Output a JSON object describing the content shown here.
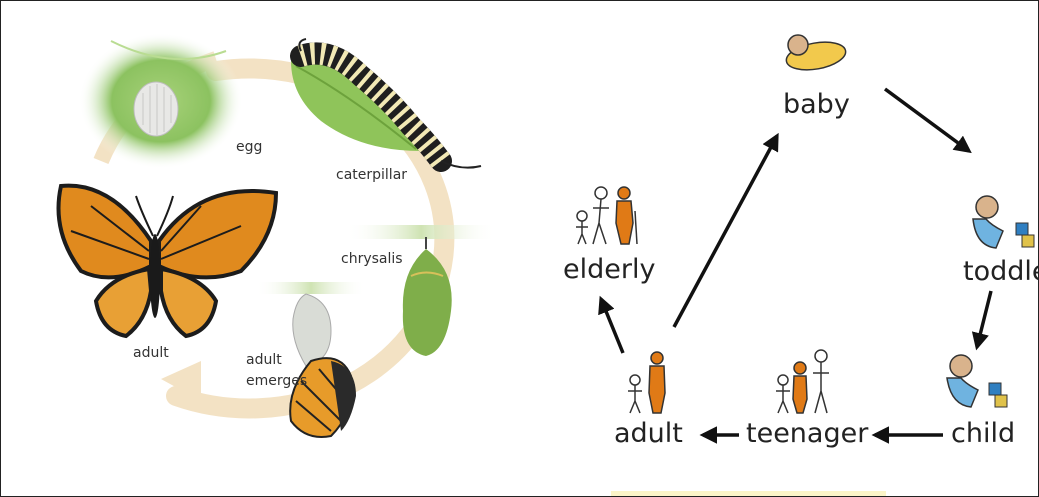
{
  "butterfly_cycle": {
    "egg": "egg",
    "caterpillar": "caterpillar",
    "chrysalis": "chrysalis",
    "adult_emerges_1": "adult",
    "adult_emerges_2": "emerges",
    "adult": "adult"
  },
  "human_cycle": {
    "baby": "baby",
    "toddler": "toddle",
    "child": "child",
    "teenager": "teenager",
    "adult": "adult",
    "elderly": "elderly"
  },
  "colors": {
    "ring": "#f3e2c4",
    "leaf": "#8fc45a",
    "wing": "#e08a1e",
    "arrow": "#111111",
    "skin_blue": "#6fb3e0",
    "orange_figure": "#e07a16",
    "baby_yellow": "#f2c94c"
  },
  "icons": [
    "egg-icon",
    "caterpillar-icon",
    "chrysalis-icon",
    "butterfly-icon",
    "emerging-butterfly-icon",
    "baby-icon",
    "toddler-icon",
    "child-icon",
    "teenager-icon",
    "adult-figure-icon",
    "elderly-icon"
  ]
}
